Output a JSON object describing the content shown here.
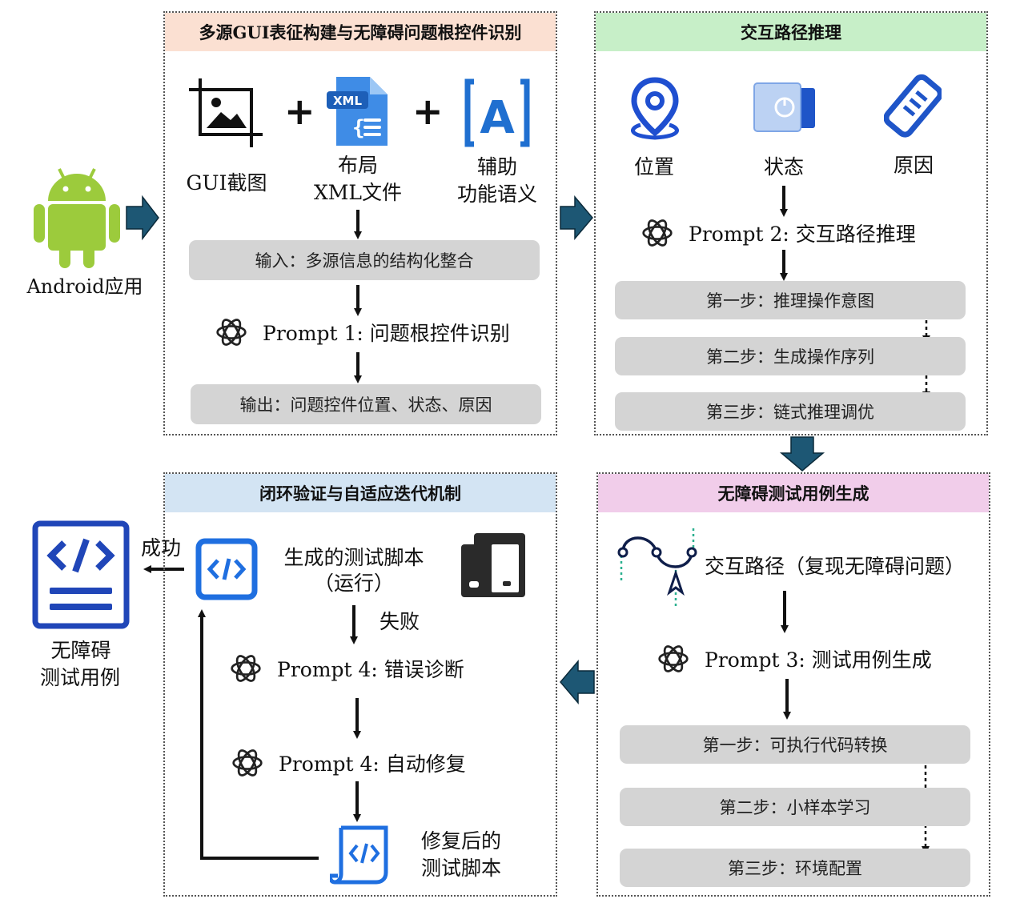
{
  "android": {
    "label": "Android应用"
  },
  "p1": {
    "title": "多源GUI表征构建与无障碍问题根控件识别",
    "icon_gui": "GUI截图",
    "icon_xml_l1": "布局",
    "icon_xml_l2": "XML文件",
    "icon_a11y_l1": "辅助",
    "icon_a11y_l2": "功能语义",
    "xml_badge": "XML",
    "input": "输入：多源信息的结构化整合",
    "prompt": "Prompt 1: 问题根控件识别",
    "output": "输出：问题控件位置、状态、原因"
  },
  "p2": {
    "title": "交互路径推理",
    "loc": "位置",
    "state": "状态",
    "reason": "原因",
    "prompt": "Prompt 2: 交互路径推理",
    "step1": "第一步：推理操作意图",
    "step2": "第二步：生成操作序列",
    "step3": "第三步：链式推理调优"
  },
  "p3": {
    "title": "无障碍测试用例生成",
    "path": "交互路径（复现无障碍问题）",
    "prompt": "Prompt 3: 测试用例生成",
    "step1": "第一步：可执行代码转换",
    "step2": "第二步：小样本学习",
    "step3": "第三步：环境配置"
  },
  "p4": {
    "title": "闭环验证与自适应迭代机制",
    "script_l1": "生成的测试脚本",
    "script_l2": "（运行）",
    "fail": "失败",
    "prompt_diag": "Prompt 4: 错误诊断",
    "prompt_fix": "Prompt 4: 自动修复",
    "fixed_l1": "修复后的",
    "fixed_l2": "测试脚本"
  },
  "result": {
    "success": "成功",
    "label_l1": "无障碍",
    "label_l2": "测试用例"
  },
  "colors": {
    "p1_header": "#fbe0d2",
    "p2_header": "#c7efc8",
    "p3_header": "#f1cdea",
    "p4_header": "#d3e4f3",
    "flow_arrow": "#1d5774",
    "icon_blue": "#1f55c8",
    "gray_bar": "#d4d4d4"
  }
}
